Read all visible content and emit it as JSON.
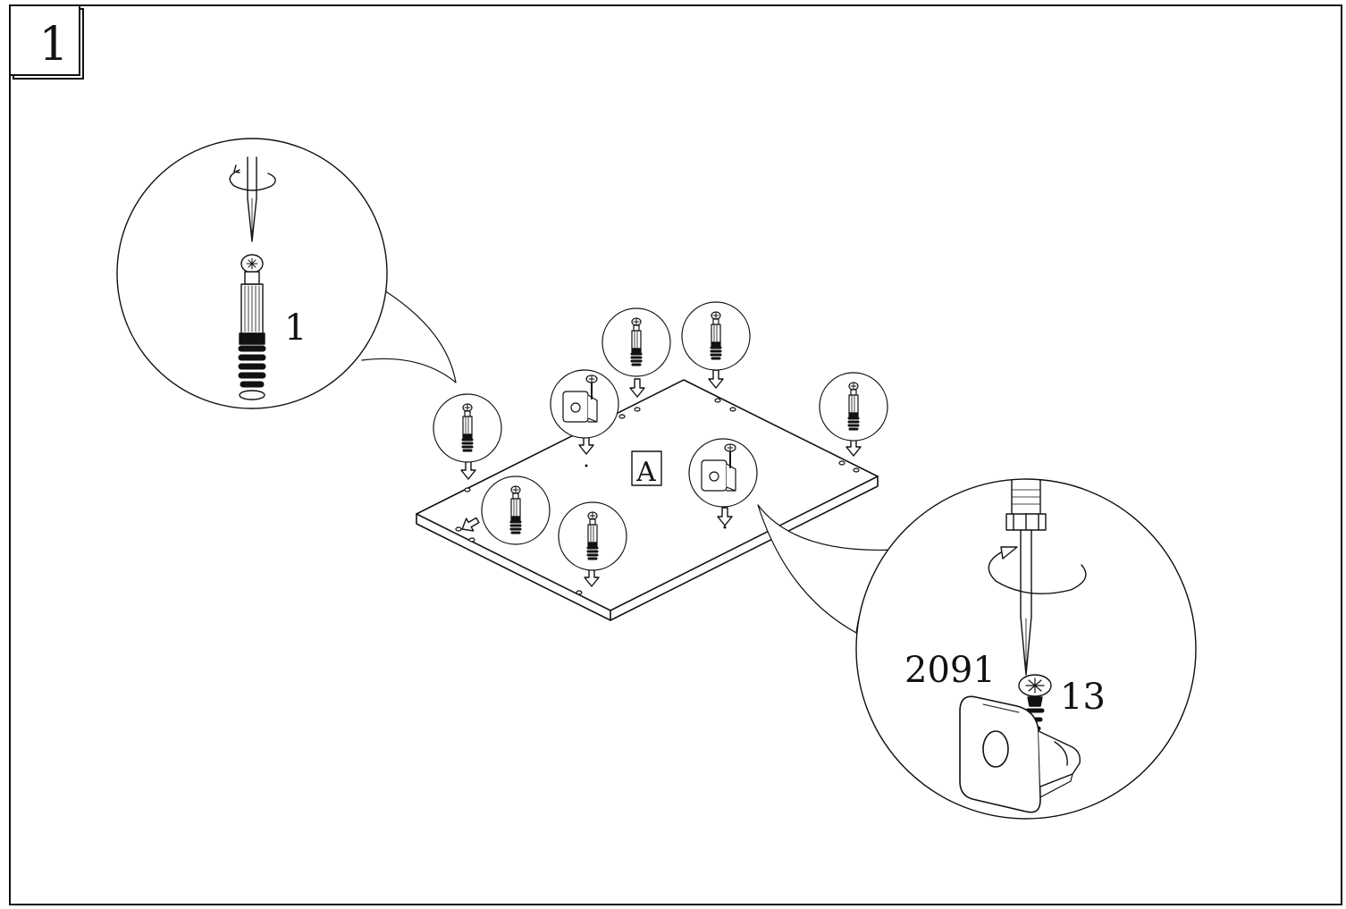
{
  "step": {
    "number": "1"
  },
  "panel": {
    "label": "A"
  },
  "callouts": {
    "cam_bolt_part": "1",
    "screw_part": "13",
    "bracket_part": "2091"
  },
  "colors": {
    "line": "#111111",
    "background": "#ffffff"
  },
  "icons": [
    "screwdriver-icon",
    "rotation-arrow-icon",
    "cam-bolt-icon",
    "bracket-icon",
    "screw-icon",
    "down-arrow-icon"
  ]
}
